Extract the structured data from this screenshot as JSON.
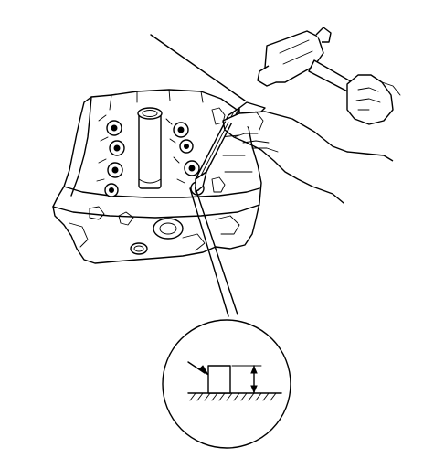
{
  "figure": {
    "kind": "service-manual-line-illustration",
    "subject": "cylinder-head-valve-guide-installation",
    "elements": [
      "cylinder-head",
      "valve-guide-driver",
      "hammer",
      "hand",
      "valve-guide",
      "detail-inset",
      "installed-height-dimension"
    ],
    "colors": {
      "line": "#000000",
      "background": "#ffffff"
    }
  }
}
